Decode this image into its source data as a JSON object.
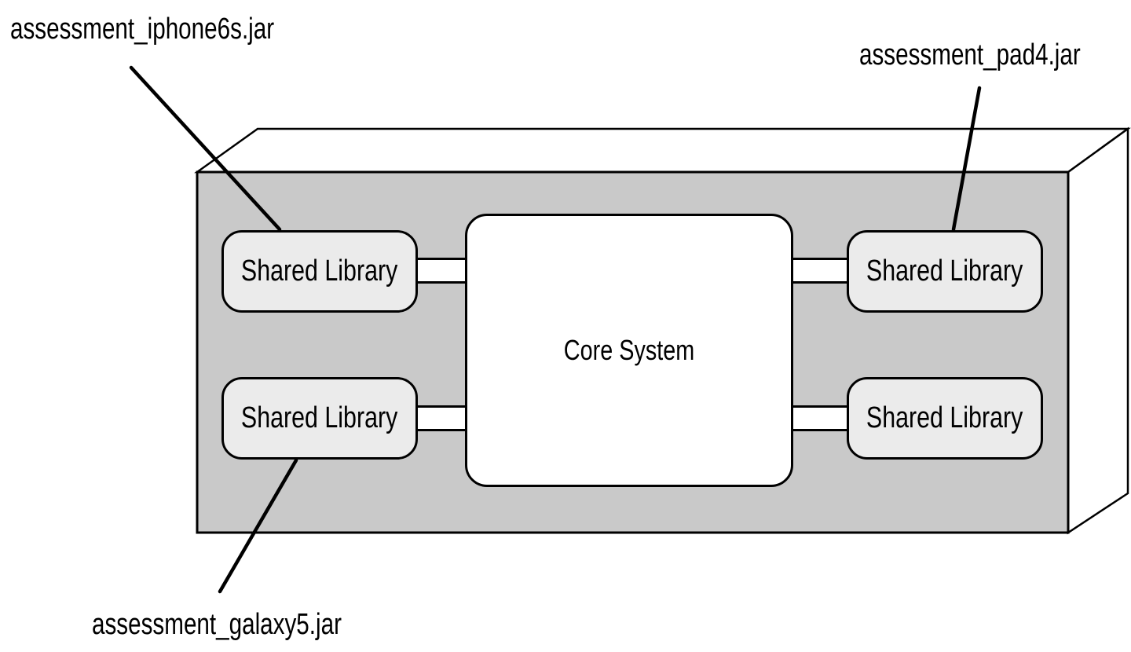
{
  "diagram": {
    "title_hint": "Core system with shared libraries deployment diagram",
    "core": {
      "label": "Core System"
    },
    "libraries": [
      {
        "position": "top-left",
        "label": "Shared Library"
      },
      {
        "position": "top-right",
        "label": "Shared Library"
      },
      {
        "position": "bottom-left",
        "label": "Shared Library"
      },
      {
        "position": "bottom-right",
        "label": "Shared Library"
      }
    ],
    "callouts": [
      {
        "label": "assessment_iphone6s.jar",
        "target": "top-left-shared-library"
      },
      {
        "label": "assessment_pad4.jar",
        "target": "top-right-shared-library"
      },
      {
        "label": "assessment_galaxy5.jar",
        "target": "bottom-left-shared-library"
      }
    ],
    "colors": {
      "front_face": "#c9c9c9",
      "side_faces": "#ffffff",
      "library_fill": "#ebebeb",
      "core_fill": "#ffffff",
      "outline": "#000000",
      "background": "#ffffff"
    }
  }
}
